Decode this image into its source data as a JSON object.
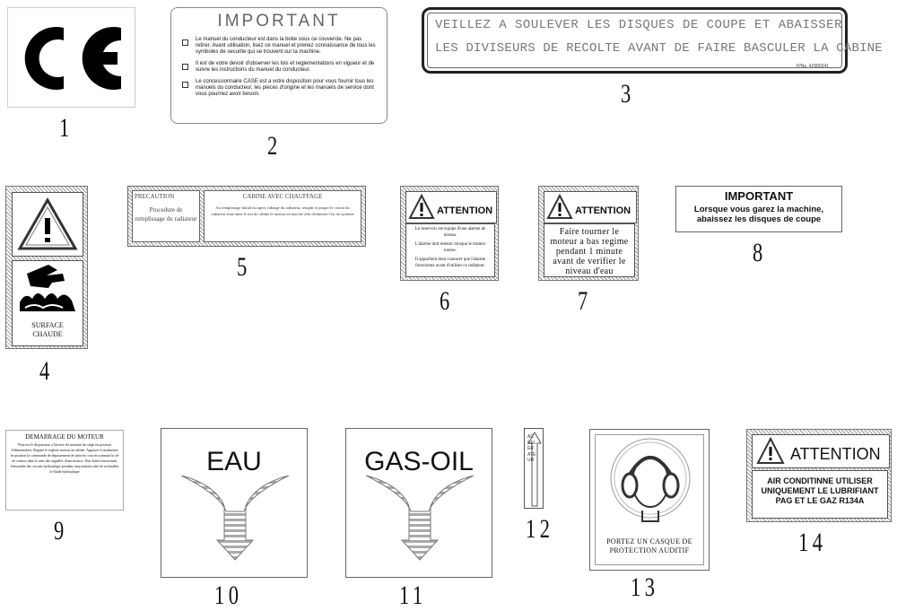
{
  "decal_1": {
    "mark": "CE",
    "number": "1"
  },
  "decal_2": {
    "title": "IMPORTANT",
    "bullets": [
      "Le manuel du conducteur est dans la boite sous ce couvercle. Ne pas retirer. Avant utilisation, lisez ce manuel et prenez connaissance de tous les symboles de securite qui se trouvent sur la machine.",
      "Il est de votre devoir d'observer les lois et reglementations en vigueur et de suivre les instructions du manuel du conducteur.",
      "Le concessionnaire CASE est a votre disposition pour vous fournir tous les manuels du conducteur, les pieces d'origine et les manuels de service dont vous pourriez avoir besoin."
    ],
    "number": "2"
  },
  "decal_3": {
    "line1": "VEILLEZ A SOULEVER LES DISQUES DE COUPE ET ABAISSER",
    "line2": "LES DIVISEURS DE RECOLTE AVANT DE FAIRE BASCULER LA CABINE",
    "part_no": "P/No. 42980341",
    "number": "3"
  },
  "decal_4": {
    "text": "SURFACE CHAUDE",
    "number": "4"
  },
  "decal_5": {
    "left_title": "PRECAUTION",
    "left_body": "Procedure de remplissage du radiateur",
    "right_title": "CABINE AVEC CHAUFFAGE",
    "right_body": "Au remplissage initial ou apres vidange du radiateur, remplir et purger le circuit du radiateur situe dans le toit de cabine le moteur en marche afin d'eliminer l'air du systeme",
    "number": "5"
  },
  "decal_6": {
    "header": "ATTENTION",
    "lines": [
      "Le reservoir est equipe d'une alarme de niveau.",
      "L'alarme doit retentir lorsque le moteur tourne.",
      "Il appartient dont s'assurer que l'alarme fonctionne avant d'utiliser ce radiateur."
    ],
    "number": "6"
  },
  "decal_7": {
    "header": "ATTENTION",
    "body": "Faire tourner le moteur a bas regime pendant 1 minute avant de verifier le niveau d'eau",
    "number": "7"
  },
  "decal_8": {
    "title": "IMPORTANT",
    "body": "Lorsque vous garez la machine, abaissez les disques de coupe",
    "number": "8"
  },
  "decal_9": {
    "title": "DEMARRAGE DU MOTEUR",
    "body": "Pourvez le disjoncteur a l'arriere du montant du siege en position d'alimentation. Reguez le reglette moteur au ralenti. Appuyer et maintenez en position la commande de depassement de priorite, tout en tournant la cle de contact dans le sens des aiguilles d'une montre. Puis faites fonctionner l'ensemble des circuits hydraulique pendant cinq minutes afin de rechauffer le fluide hydraulique",
    "number": "9"
  },
  "decal_10": {
    "label": "EAU",
    "number": "10"
  },
  "decal_11": {
    "label": "GAS-OIL",
    "number": "11"
  },
  "decal_12": {
    "label": "ACCELERATEUR",
    "number": "12"
  },
  "decal_13": {
    "text": "PORTEZ UN CASQUE DE PROTECTION AUDITIF",
    "number": "13"
  },
  "decal_14": {
    "header": "ATTENTION",
    "body": "AIR CONDITINNE UTILISER UNIQUEMENT LE LUBRIFIANT PAG ET LE GAZ R134A",
    "number": "14"
  }
}
